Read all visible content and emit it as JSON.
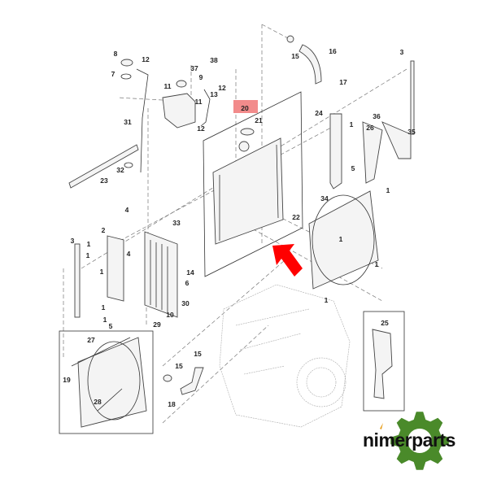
{
  "diagram": {
    "highlighted_part": "20",
    "highlight_color": "#f28b8b",
    "arrow_color": "#ff0000",
    "callouts": [
      "8",
      "12",
      "7",
      "37",
      "38",
      "9",
      "11",
      "12",
      "13",
      "11",
      "20",
      "21",
      "12",
      "31",
      "32",
      "23",
      "4",
      "33",
      "15",
      "16",
      "17",
      "3",
      "24",
      "1",
      "36",
      "26",
      "35",
      "5",
      "1",
      "34",
      "22",
      "1",
      "1",
      "1",
      "2",
      "3",
      "1",
      "1",
      "4",
      "1",
      "14",
      "6",
      "1",
      "30",
      "1",
      "10",
      "5",
      "29",
      "27",
      "15",
      "15",
      "19",
      "28",
      "18",
      "25"
    ]
  },
  "logo": {
    "text": "nimerparts",
    "gear_color": "#4a8a2a",
    "accent_color": "#e8a020"
  }
}
